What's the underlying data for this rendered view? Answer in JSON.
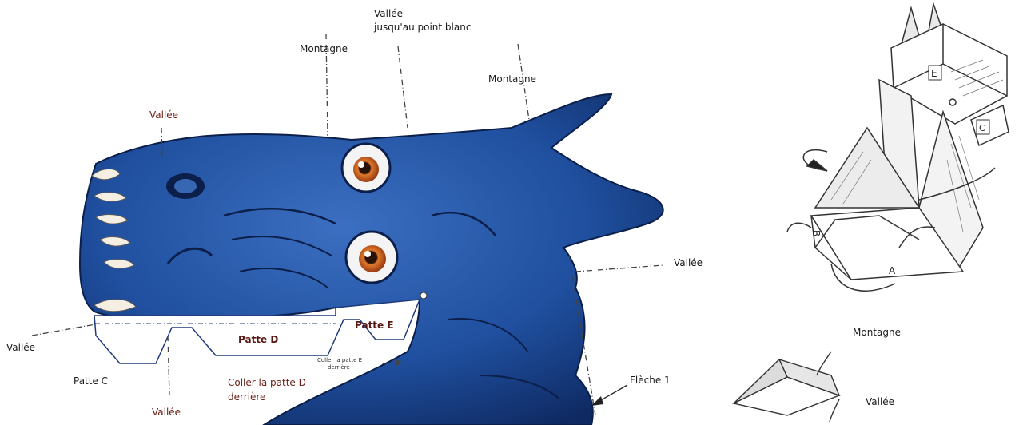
{
  "fold_labels": {
    "valley_top_a": "Vallée",
    "valley_top_b": "jusqu'au point blanc",
    "mountain_left": "Montagne",
    "mountain_right": "Montagne",
    "valley_upper_left": "Vallée",
    "valley_right": "Vallée",
    "valley_left": "Vallée",
    "valley_bottom": "Vallée",
    "arrow_1": "Flèche 1",
    "legend_mountain": "Montagne",
    "legend_valley": "Vallée"
  },
  "tabs": {
    "patte_c": "Patte C",
    "patte_d": "Patte D",
    "patte_e": "Patte E",
    "glue_d_line1": "Coller la patte D",
    "glue_d_line2": "derrière",
    "glue_e_line1": "Coller la patte E",
    "glue_e_line2": "derrière"
  },
  "model_letters": {
    "e": "E",
    "c": "C",
    "b": "B",
    "a": "A"
  },
  "colors": {
    "dragon_blue": "#1f4f9e",
    "dragon_dark": "#0f2a63",
    "eye_iris": "#c2531c",
    "label_red": "#6b1e14"
  }
}
